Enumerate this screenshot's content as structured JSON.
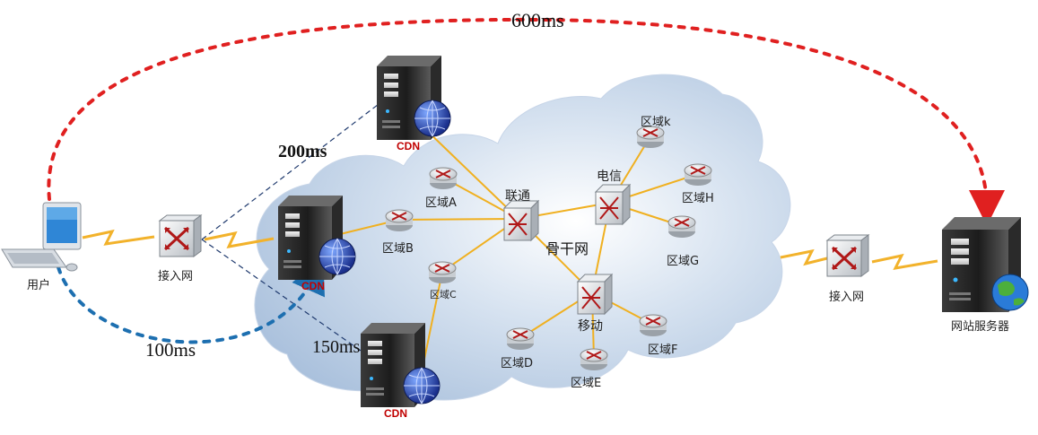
{
  "latency": {
    "direct": "600ms",
    "cdn_top": "200ms",
    "cdn_user": "100ms",
    "cdn_bottom": "150ms"
  },
  "nodes": {
    "user": "用户",
    "access_left": "接入网",
    "access_right": "接入网",
    "website_server": "网站服务器",
    "backbone": "骨干网",
    "unicom": "联通",
    "telecom": "电信",
    "mobile": "移动",
    "cdn_label": "CDN"
  },
  "regions": {
    "a": "区域A",
    "b": "区域B",
    "c": "区域C",
    "d": "区域D",
    "e": "区域E",
    "f": "区域F",
    "g": "区域G",
    "h": "区域H",
    "k": "区域k"
  },
  "colors": {
    "direct_path": "#e02020",
    "cdn_path": "#1d6fb0",
    "backbone_links": "#f0b020",
    "cloud": "#b8cce4",
    "cdn_text": "#c00000"
  }
}
